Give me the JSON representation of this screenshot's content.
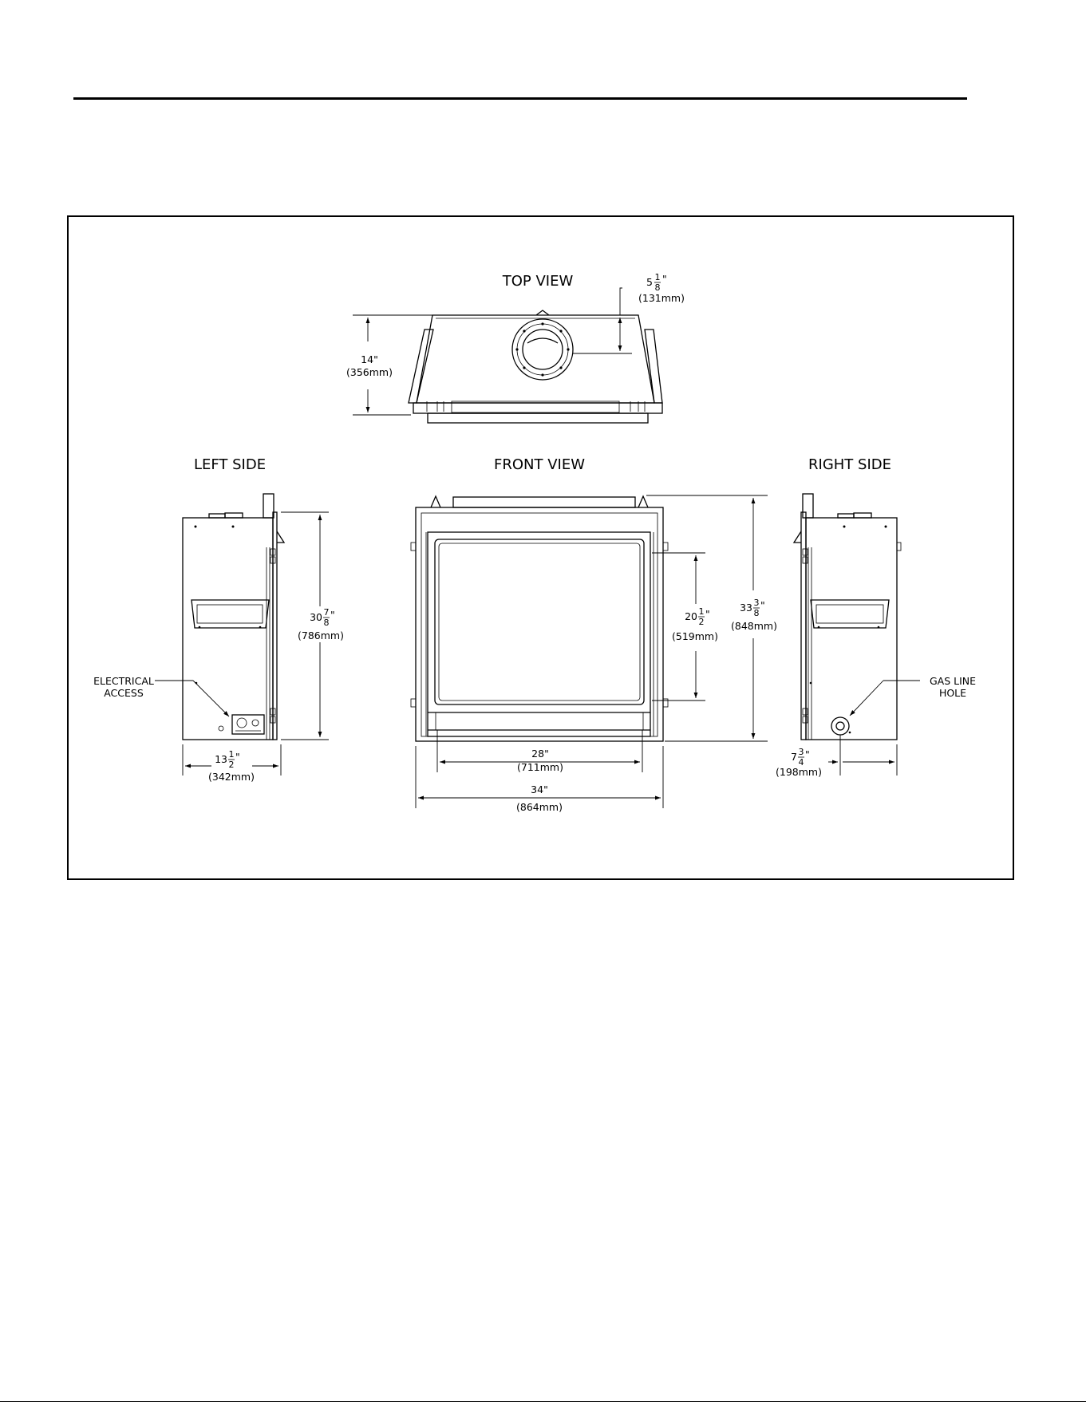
{
  "views": {
    "top": "TOP VIEW",
    "left": "LEFT SIDE",
    "front": "FRONT VIEW",
    "right": "RIGHT SIDE"
  },
  "dimensions": {
    "top_depth": {
      "value": "14\"",
      "metric": "(356mm)"
    },
    "top_offset": {
      "whole": "5",
      "num": "1",
      "den": "8",
      "unit": "\"",
      "metric": "(131mm)"
    },
    "left_height": {
      "whole": "30",
      "num": "7",
      "den": "8",
      "unit": "\"",
      "metric": "(786mm)"
    },
    "left_depth": {
      "whole": "13",
      "num": "1",
      "den": "2",
      "unit": "\"",
      "metric": "(342mm)"
    },
    "front_opening_height": {
      "whole": "20",
      "num": "1",
      "den": "2",
      "unit": "\"",
      "metric": "(519mm)"
    },
    "front_total_height": {
      "whole": "33",
      "num": "3",
      "den": "8",
      "unit": "\"",
      "metric": "(848mm)"
    },
    "front_opening_width": {
      "value": "28\"",
      "metric": "(711mm)"
    },
    "front_total_width": {
      "value": "34\"",
      "metric": "(864mm)"
    },
    "right_gas_offset": {
      "whole": "7",
      "num": "3",
      "den": "4",
      "unit": "\"",
      "metric": "(198mm)"
    }
  },
  "callouts": {
    "electrical": {
      "line1": "ELECTRICAL",
      "line2": "ACCESS"
    },
    "gas": {
      "line1": "GAS LINE",
      "line2": "HOLE"
    }
  }
}
